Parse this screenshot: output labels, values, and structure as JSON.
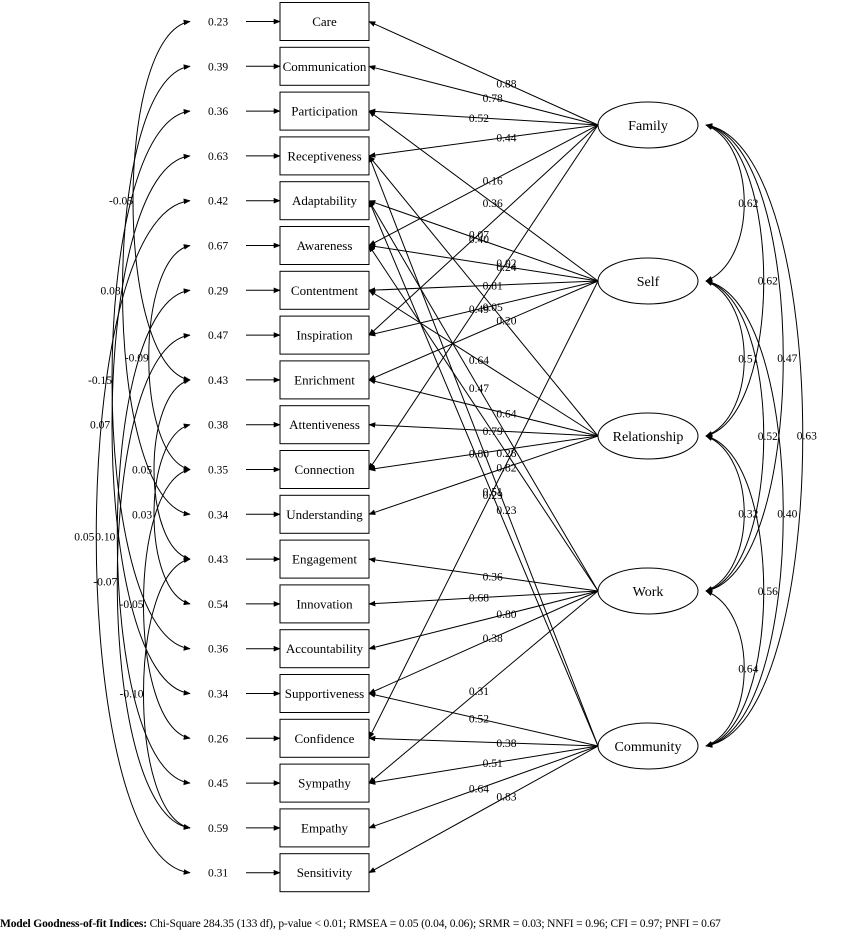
{
  "indicators": [
    {
      "name": "Care",
      "error": "0.23"
    },
    {
      "name": "Communication",
      "error": "0.39"
    },
    {
      "name": "Participation",
      "error": "0.36"
    },
    {
      "name": "Receptiveness",
      "error": "0.63"
    },
    {
      "name": "Adaptability",
      "error": "0.42"
    },
    {
      "name": "Awareness",
      "error": "0.67"
    },
    {
      "name": "Contentment",
      "error": "0.29"
    },
    {
      "name": "Inspiration",
      "error": "0.47"
    },
    {
      "name": "Enrichment",
      "error": "0.43"
    },
    {
      "name": "Attentiveness",
      "error": "0.38"
    },
    {
      "name": "Connection",
      "error": "0.35"
    },
    {
      "name": "Understanding",
      "error": "0.34"
    },
    {
      "name": "Engagement",
      "error": "0.43"
    },
    {
      "name": "Innovation",
      "error": "0.54"
    },
    {
      "name": "Accountability",
      "error": "0.36"
    },
    {
      "name": "Supportiveness",
      "error": "0.34"
    },
    {
      "name": "Confidence",
      "error": "0.26"
    },
    {
      "name": "Sympathy",
      "error": "0.45"
    },
    {
      "name": "Empathy",
      "error": "0.59"
    },
    {
      "name": "Sensitivity",
      "error": "0.31"
    }
  ],
  "latents": [
    {
      "name": "Family"
    },
    {
      "name": "Self"
    },
    {
      "name": "Relationship"
    },
    {
      "name": "Work"
    },
    {
      "name": "Community"
    }
  ],
  "loadings": [
    {
      "latent": 0,
      "ind": 0,
      "value": "0.88"
    },
    {
      "latent": 0,
      "ind": 1,
      "value": "0.78"
    },
    {
      "latent": 0,
      "ind": 2,
      "value": "0.52"
    },
    {
      "latent": 0,
      "ind": 3,
      "value": "0.44"
    },
    {
      "latent": 0,
      "ind": 5,
      "value": "0.16"
    },
    {
      "latent": 0,
      "ind": 7,
      "value": "0.07"
    },
    {
      "latent": 0,
      "ind": 10,
      "value": "0.02"
    },
    {
      "latent": 1,
      "ind": 2,
      "value": "0.36"
    },
    {
      "latent": 1,
      "ind": 4,
      "value": "0.40"
    },
    {
      "latent": 1,
      "ind": 5,
      "value": "0.24"
    },
    {
      "latent": 1,
      "ind": 6,
      "value": "0.81"
    },
    {
      "latent": 1,
      "ind": 7,
      "value": "0.49"
    },
    {
      "latent": 1,
      "ind": 8,
      "value": "0.20"
    },
    {
      "latent": 1,
      "ind": 16,
      "value": "0.51"
    },
    {
      "latent": 2,
      "ind": 6,
      "value": "0.64"
    },
    {
      "latent": 2,
      "ind": 8,
      "value": "0.64"
    },
    {
      "latent": 2,
      "ind": 9,
      "value": "0.79"
    },
    {
      "latent": 2,
      "ind": 10,
      "value": "0.80"
    },
    {
      "latent": 2,
      "ind": 11,
      "value": "0.82"
    },
    {
      "latent": 2,
      "ind": 3,
      "value": "0.05"
    },
    {
      "latent": 3,
      "ind": 4,
      "value": "0.47"
    },
    {
      "latent": 3,
      "ind": 5,
      "value": "0.28"
    },
    {
      "latent": 3,
      "ind": 12,
      "value": "0.36"
    },
    {
      "latent": 3,
      "ind": 13,
      "value": "0.68"
    },
    {
      "latent": 3,
      "ind": 14,
      "value": "0.80"
    },
    {
      "latent": 3,
      "ind": 15,
      "value": "0.38"
    },
    {
      "latent": 3,
      "ind": 17,
      "value": "0.31"
    },
    {
      "latent": 4,
      "ind": 3,
      "value": "0.23"
    },
    {
      "latent": 4,
      "ind": 4,
      "value": "0.29"
    },
    {
      "latent": 4,
      "ind": 15,
      "value": "0.52"
    },
    {
      "latent": 4,
      "ind": 16,
      "value": "0.38"
    },
    {
      "latent": 4,
      "ind": 17,
      "value": "0.51"
    },
    {
      "latent": 4,
      "ind": 18,
      "value": "0.64"
    },
    {
      "latent": 4,
      "ind": 19,
      "value": "0.83"
    }
  ],
  "latent_correlations": [
    {
      "a": 0,
      "b": 1,
      "value": "0.62"
    },
    {
      "a": 0,
      "b": 2,
      "value": "0.62"
    },
    {
      "a": 0,
      "b": 3,
      "value": "0.47"
    },
    {
      "a": 0,
      "b": 4,
      "value": "0.63"
    },
    {
      "a": 1,
      "b": 2,
      "value": "0.51"
    },
    {
      "a": 1,
      "b": 3,
      "value": "0.52"
    },
    {
      "a": 1,
      "b": 4,
      "value": "0.40"
    },
    {
      "a": 2,
      "b": 3,
      "value": "0.32"
    },
    {
      "a": 2,
      "b": 4,
      "value": "0.56"
    },
    {
      "a": 3,
      "b": 4,
      "value": "0.64"
    }
  ],
  "error_covariances": [
    {
      "a": 0,
      "b": 8,
      "value": "-0.05"
    },
    {
      "a": 1,
      "b": 11,
      "value": "0.08"
    },
    {
      "a": 2,
      "b": 14,
      "value": "-0.15"
    },
    {
      "a": 3,
      "b": 15,
      "value": "0.07"
    },
    {
      "a": 5,
      "b": 10,
      "value": "-0.09"
    },
    {
      "a": 6,
      "b": 17,
      "value": "0.10"
    },
    {
      "a": 7,
      "b": 18,
      "value": "-0.07"
    },
    {
      "a": 8,
      "b": 12,
      "value": "0.05"
    },
    {
      "a": 9,
      "b": 13,
      "value": "0.03"
    },
    {
      "a": 10,
      "b": 16,
      "value": "-0.05"
    },
    {
      "a": 12,
      "b": 18,
      "value": "-0.10"
    },
    {
      "a": 4,
      "b": 19,
      "value": "0.05"
    }
  ],
  "footer": {
    "label": "Model Goodness-of-fit Indices:",
    "text": " Chi-Square 284.35 (133 df), p-value < 0.01; RMSEA = 0.05 (0.04, 0.06); SRMR = 0.03; NNFI = 0.96; CFI = 0.97; PNFI = 0.67"
  }
}
